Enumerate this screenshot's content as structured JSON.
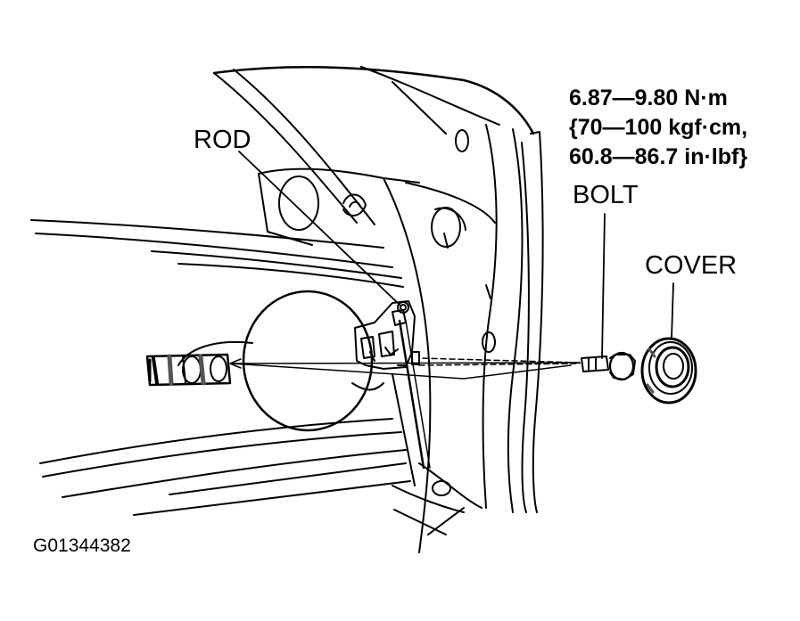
{
  "figure_id": "G01344382",
  "labels": {
    "rod": "ROD",
    "bolt": "BOLT",
    "cover": "COVER"
  },
  "torque_spec": {
    "line1": "6.87—9.80 N·m",
    "line2": "{70—100 kgf·cm,",
    "line3": "60.8—86.7 in·lbf}"
  },
  "colors": {
    "ink": "#000000",
    "paper": "#ffffff",
    "shade": "#555555"
  }
}
